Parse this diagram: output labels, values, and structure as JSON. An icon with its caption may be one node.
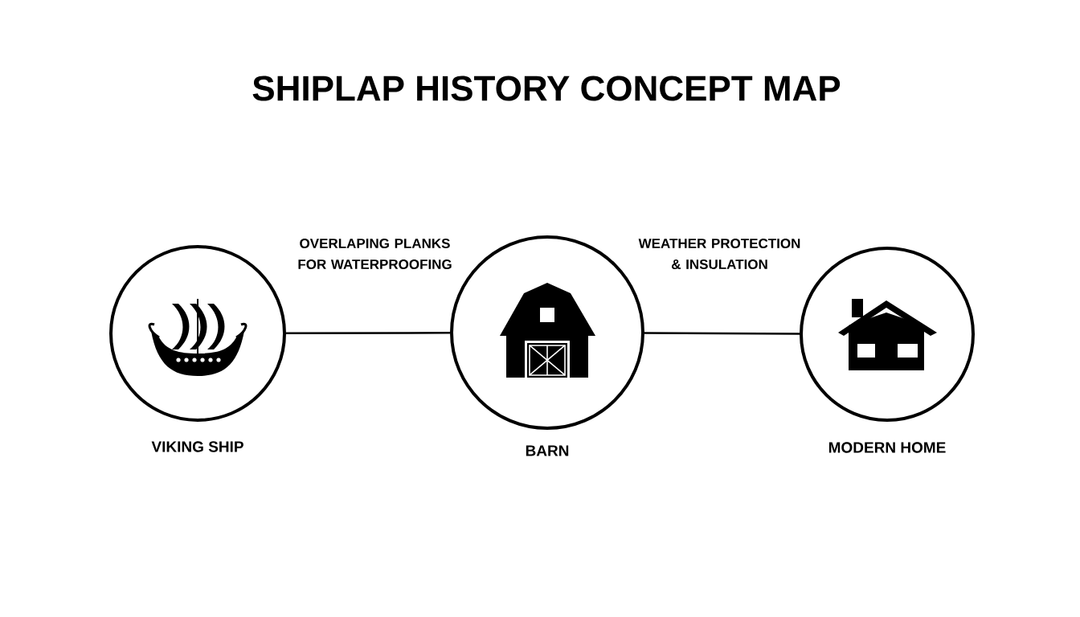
{
  "diagram": {
    "title": "SHIPLAP HISTORY CONCEPT MAP",
    "nodes": [
      {
        "text": [
          "VIKING SHIP"
        ]
      },
      {
        "text": [
          "BARN"
        ]
      },
      {
        "text": [
          "MODERN HOME"
        ]
      }
    ],
    "edges": [
      {
        "from": 0,
        "to": 1,
        "arrow": "none",
        "label": "OVERLAPING PLANKS FOR WATERPROOFING"
      },
      {
        "from": 1,
        "to": 2,
        "arrow": "none",
        "label": "WEATHER PROTECTION & INSULATION"
      }
    ]
  }
}
